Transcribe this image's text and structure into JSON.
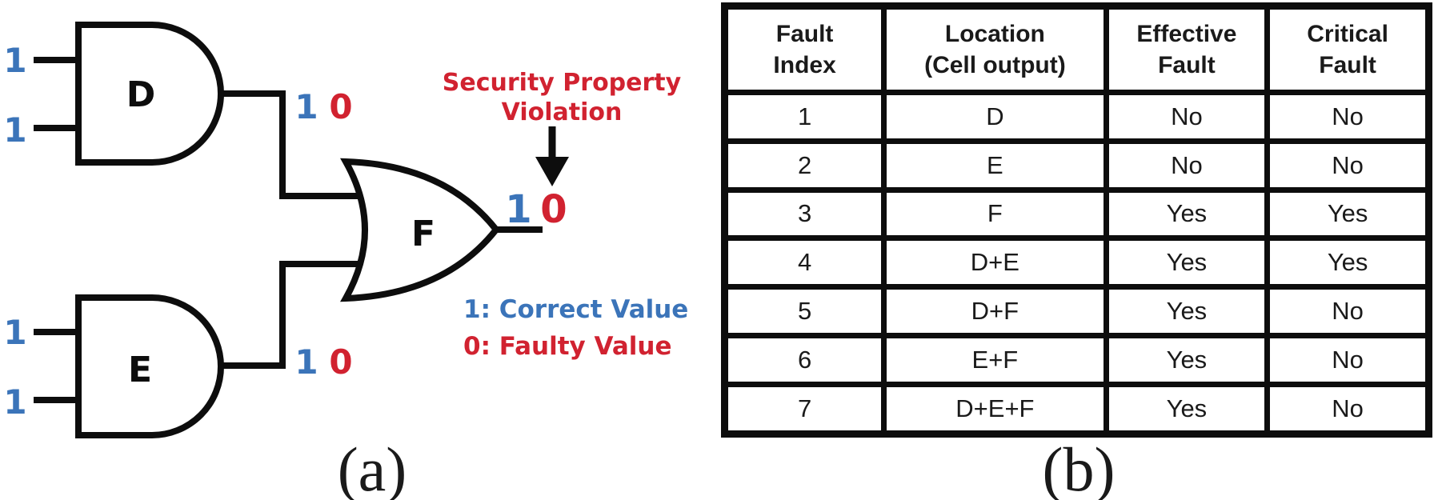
{
  "colors": {
    "correct_blue": "#3b74b9",
    "faulty_red": "#d12230",
    "ink": "#0d0d0d"
  },
  "circuit": {
    "caption": "(a)",
    "gate_d_label": "D",
    "gate_e_label": "E",
    "gate_f_label": "F",
    "input_value": "1",
    "correct_value": "1",
    "faulty_value": "0",
    "violation_line1": "Security Property",
    "violation_line2": "Violation",
    "legend_correct": "1: Correct Value",
    "legend_faulty": "0: Faulty Value"
  },
  "table": {
    "caption": "(b)",
    "headers": [
      {
        "line1": "Fault",
        "line2": "Index"
      },
      {
        "line1": "Location",
        "line2": "(Cell output)"
      },
      {
        "line1": "Effective",
        "line2": "Fault"
      },
      {
        "line1": "Critical",
        "line2": "Fault"
      }
    ],
    "rows": [
      {
        "index": "1",
        "location": "D",
        "effective": "No",
        "critical": "No"
      },
      {
        "index": "2",
        "location": "E",
        "effective": "No",
        "critical": "No"
      },
      {
        "index": "3",
        "location": "F",
        "effective": "Yes",
        "critical": "Yes"
      },
      {
        "index": "4",
        "location": "D+E",
        "effective": "Yes",
        "critical": "Yes"
      },
      {
        "index": "5",
        "location": "D+F",
        "effective": "Yes",
        "critical": "No"
      },
      {
        "index": "6",
        "location": "E+F",
        "effective": "Yes",
        "critical": "No"
      },
      {
        "index": "7",
        "location": "D+E+F",
        "effective": "Yes",
        "critical": "No"
      }
    ]
  }
}
